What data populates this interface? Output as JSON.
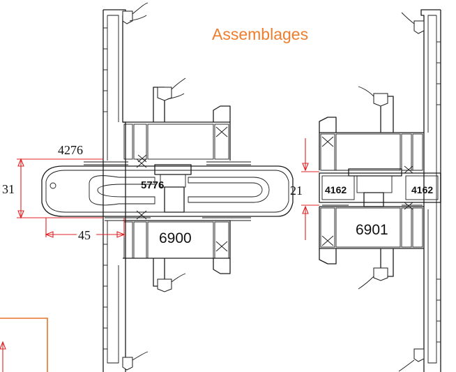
{
  "title": "Assemblages",
  "profiles": {
    "left_top_ref": "4276",
    "left_coupler_ref": "5776",
    "left_frame_ref": "6900",
    "right_frame_ref": "6901",
    "right_coupler_left_ref": "4162",
    "right_coupler_right_ref": "4162"
  },
  "dimensions": {
    "left_height": "31",
    "left_width": "45",
    "right_height": "21"
  },
  "colors": {
    "title": "#ef7d2e",
    "dimension_lines": "#e02020",
    "outline": "#1a1a1a"
  }
}
